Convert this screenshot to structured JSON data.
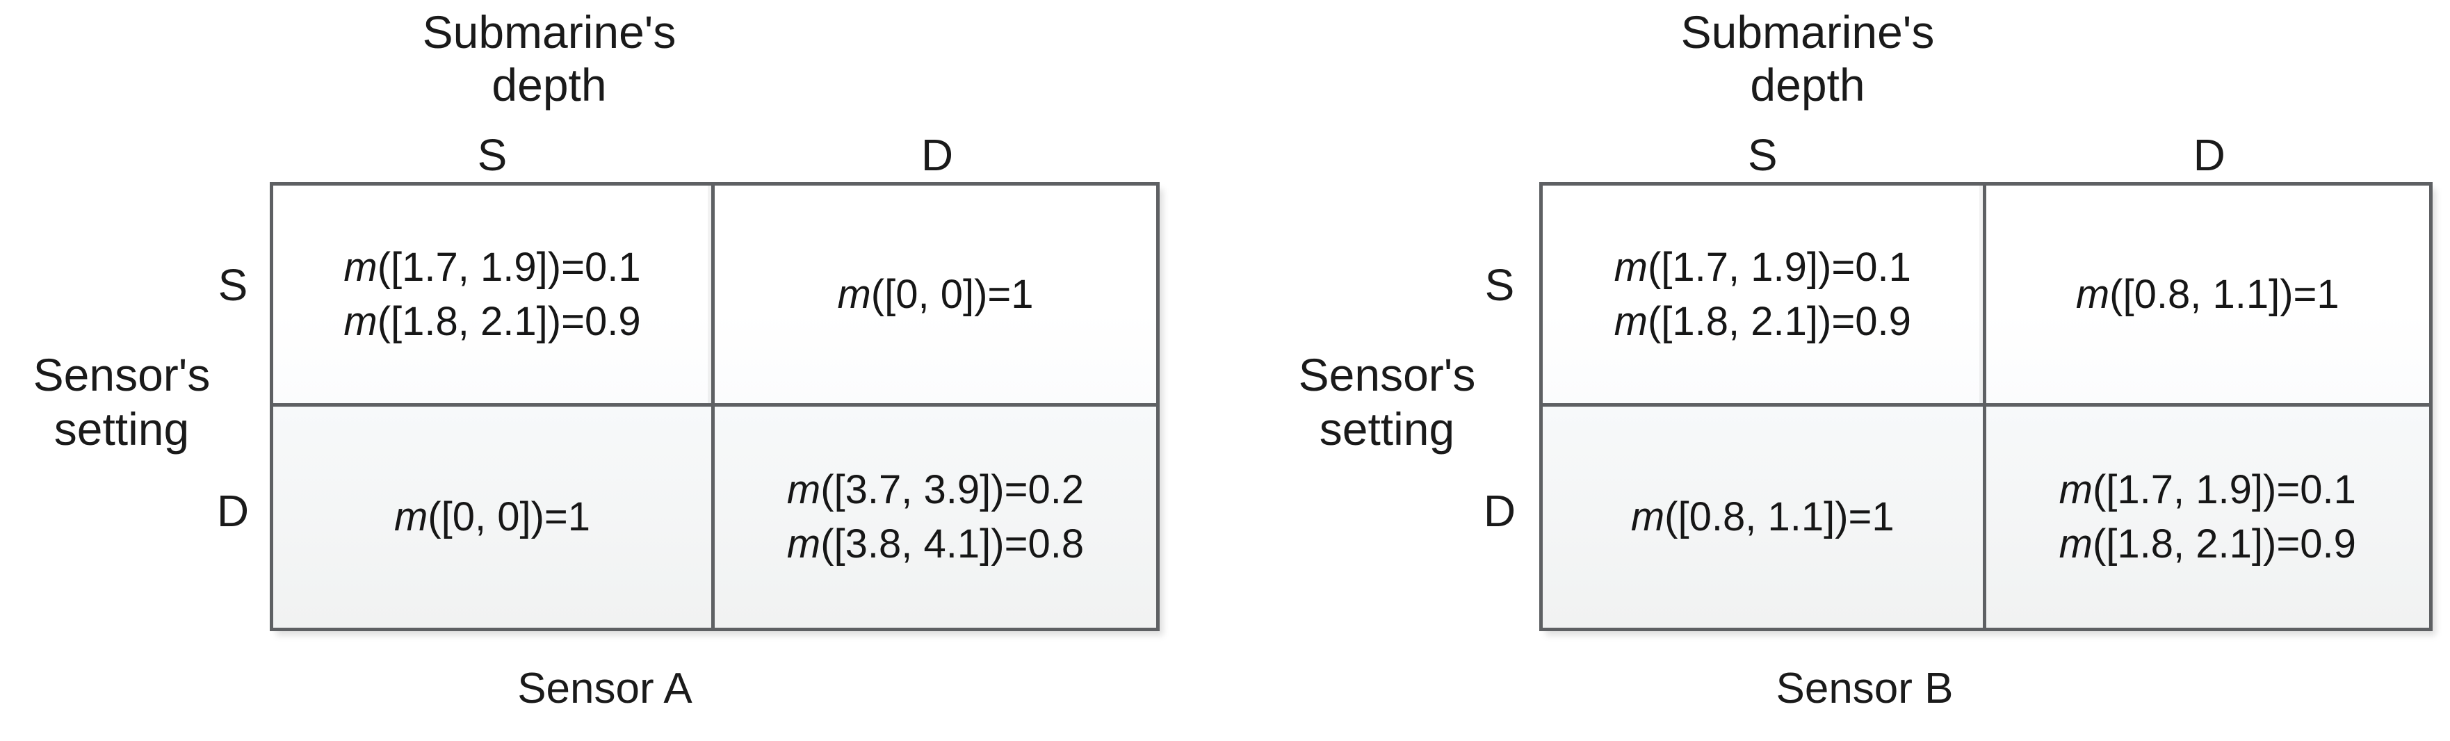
{
  "figure": {
    "background_color": "#ffffff",
    "border_color": "#5e6063",
    "text_color": "#1a1a1a"
  },
  "panels": [
    {
      "id": "sensor-a",
      "column_group_title": "Submarine's\ndepth",
      "row_group_label": "Sensor's\nsetting",
      "column_headers": [
        "S",
        "D"
      ],
      "row_headers": [
        "S",
        "D"
      ],
      "caption": "Sensor A",
      "cells": [
        [
          {
            "lines": [
              {
                "var": "m",
                "rest": "([1.7, 1.9])=0.1"
              },
              {
                "var": "m",
                "rest": "([1.8, 2.1])=0.9"
              }
            ]
          },
          {
            "lines": [
              {
                "var": "m",
                "rest": "([0, 0])=1"
              }
            ]
          }
        ],
        [
          {
            "lines": [
              {
                "var": "m",
                "rest": "([0, 0])=1"
              }
            ]
          },
          {
            "lines": [
              {
                "var": "m",
                "rest": "([3.7, 3.9])=0.2"
              },
              {
                "var": "m",
                "rest": "([3.8, 4.1])=0.8"
              }
            ]
          }
        ]
      ]
    },
    {
      "id": "sensor-b",
      "column_group_title": "Submarine's\ndepth",
      "row_group_label": "Sensor's\nsetting",
      "column_headers": [
        "S",
        "D"
      ],
      "row_headers": [
        "S",
        "D"
      ],
      "caption": "Sensor B",
      "cells": [
        [
          {
            "lines": [
              {
                "var": "m",
                "rest": "([1.7, 1.9])=0.1"
              },
              {
                "var": "m",
                "rest": "([1.8, 2.1])=0.9"
              }
            ]
          },
          {
            "lines": [
              {
                "var": "m",
                "rest": "([0.8, 1.1])=1"
              }
            ]
          }
        ],
        [
          {
            "lines": [
              {
                "var": "m",
                "rest": "([0.8, 1.1])=1"
              }
            ]
          },
          {
            "lines": [
              {
                "var": "m",
                "rest": "([1.7, 1.9])=0.1"
              },
              {
                "var": "m",
                "rest": "([1.8, 2.1])=0.9"
              }
            ]
          }
        ]
      ]
    }
  ]
}
